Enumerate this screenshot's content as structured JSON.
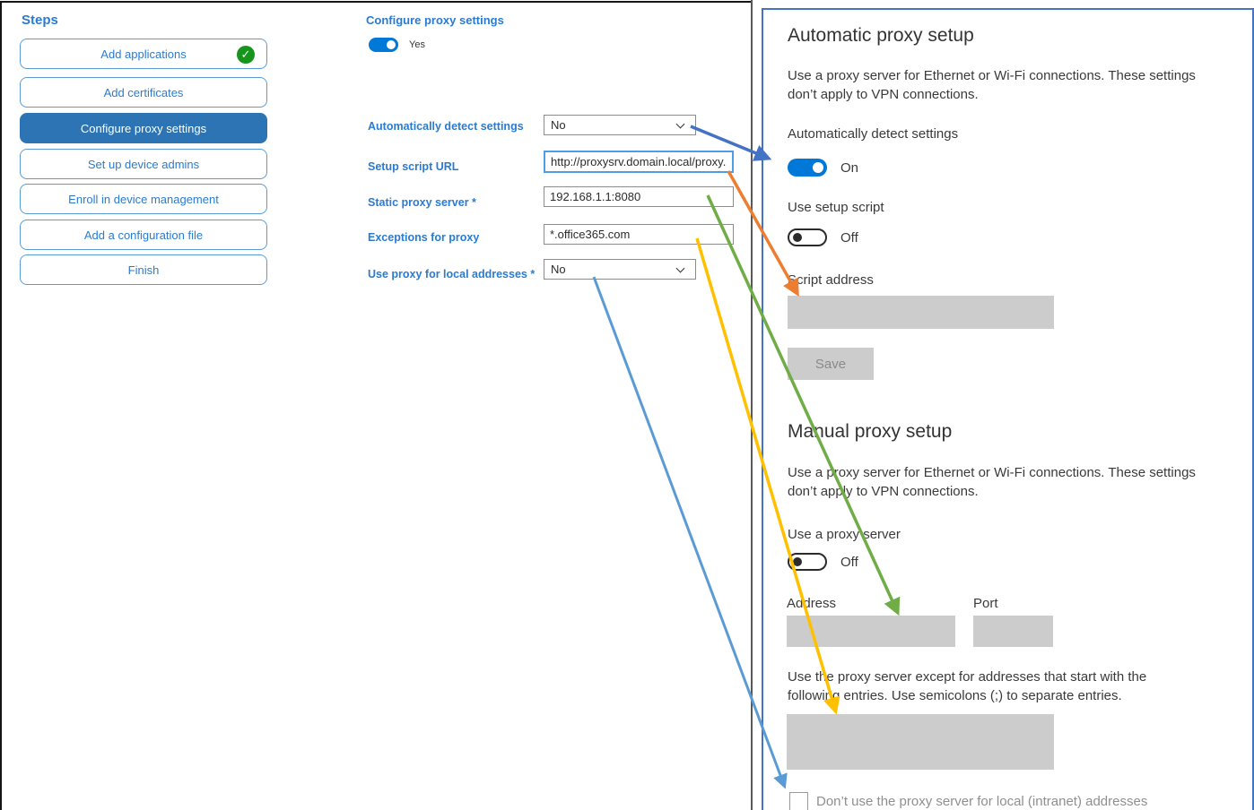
{
  "steps_panel": {
    "title": "Steps",
    "items": [
      {
        "label": "Add applications",
        "state": "completed"
      },
      {
        "label": "Add certificates",
        "state": "normal"
      },
      {
        "label": "Configure proxy settings",
        "state": "selected"
      },
      {
        "label": "Set up device admins",
        "state": "normal"
      },
      {
        "label": "Enroll in device management",
        "state": "normal"
      },
      {
        "label": "Add a configuration file",
        "state": "normal"
      },
      {
        "label": "Finish",
        "state": "normal"
      }
    ],
    "completed_icon": "check-circle"
  },
  "config_panel": {
    "title": "Configure proxy settings",
    "enabled_toggle": {
      "label": "Yes",
      "value": "on"
    },
    "fields": [
      {
        "label": "Automatically detect settings",
        "type": "dropdown",
        "value": "No"
      },
      {
        "label": "Setup script URL",
        "type": "text",
        "value": "http://proxysrv.domain.local/proxy.pa"
      },
      {
        "label": "Static proxy server *",
        "type": "text",
        "value": "192.168.1.1:8080"
      },
      {
        "label": "Exceptions for proxy",
        "type": "text",
        "value": "*.office365.com"
      },
      {
        "label": "Use proxy for local addresses *",
        "type": "dropdown",
        "value": "No"
      }
    ]
  },
  "settings_panel": {
    "automatic": {
      "heading": "Automatic proxy setup",
      "description": "Use a proxy server for Ethernet or Wi-Fi connections. These settings\ndon’t apply to VPN connections.",
      "detect_label": "Automatically detect settings",
      "detect_state": "On",
      "script_label": "Use setup script",
      "script_state": "Off",
      "script_address_label": "Script address",
      "save_label": "Save"
    },
    "manual": {
      "heading": "Manual proxy setup",
      "description": "Use a proxy server for Ethernet or Wi-Fi connections. These settings\ndon’t apply to VPN connections.",
      "proxy_label": "Use a proxy server",
      "proxy_state": "Off",
      "address_label": "Address",
      "port_label": "Port",
      "exceptions_note": "Use the proxy server except for addresses that start with the\nfollowing entries. Use semicolons (;) to separate entries.",
      "local_checkbox_label": "Don’t use the proxy server for local (intranet) addresses",
      "local_checkbox_checked": false
    }
  },
  "arrows": [
    {
      "name": "detect-setting-mapping",
      "color": "#4472c4"
    },
    {
      "name": "setup-script-url-mapping",
      "color": "#ed7d31"
    },
    {
      "name": "static-proxy-mapping",
      "color": "#70ad47"
    },
    {
      "name": "proxy-exceptions-mapping",
      "color": "#ffc000"
    },
    {
      "name": "local-addresses-mapping",
      "color": "#5b9bd5"
    }
  ],
  "colors": {
    "accent_blue": "#2b7bd0",
    "step_border": "#5b9bd5",
    "selected_step_bg": "#2d74b5",
    "completed_green": "#17941c",
    "toggle_on_blue": "#0078d7",
    "panel_border_blue": "#4472c4",
    "disabled_fill": "#cccccc"
  }
}
